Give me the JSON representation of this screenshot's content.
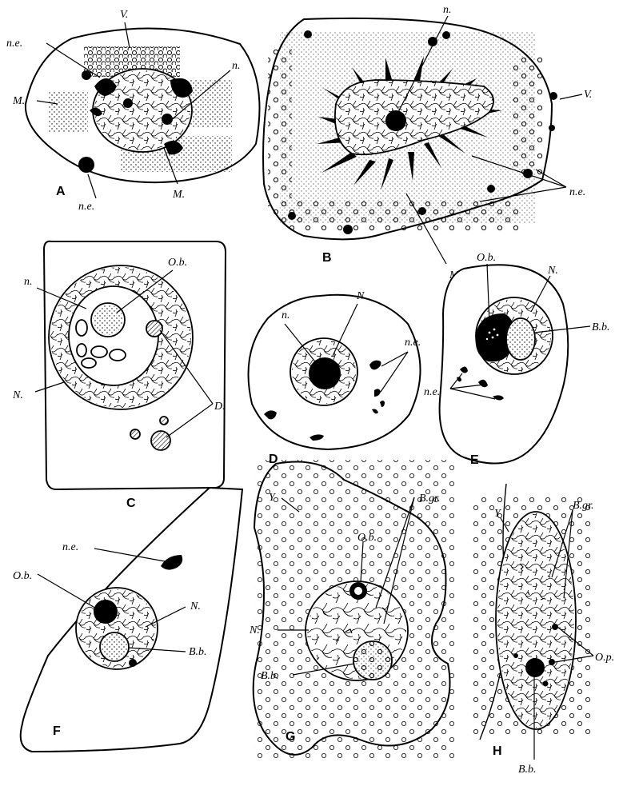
{
  "panels": {
    "A": {
      "letter": "A",
      "ne": "n.e.",
      "v": "V.",
      "n": "n.",
      "m1": "M.",
      "m2": "M.",
      "ne2": "n.e."
    },
    "B": {
      "letter": "B",
      "n": "n.",
      "v": "V.",
      "ne": "n.e.",
      "m": "M."
    },
    "C": {
      "letter": "C",
      "n": "n.",
      "ob": "O.b.",
      "N": "N.",
      "d": "D."
    },
    "D": {
      "letter": "D",
      "n": "n.",
      "N": "N.",
      "ne": "n.e."
    },
    "E": {
      "letter": "E",
      "ob": "O.b.",
      "N": "N.",
      "bb": "B.b.",
      "ne": "n.e."
    },
    "F": {
      "letter": "F",
      "ne": "n.e.",
      "ob": "O.b.",
      "N": "N.",
      "bb": "B.b."
    },
    "G": {
      "letter": "G",
      "y": "Y",
      "ob": "O.b.",
      "bgr": "B.gr.",
      "N": "N.",
      "bb": "B.b."
    },
    "H": {
      "letter": "H",
      "y": "Y",
      "bgr": "B.gr.",
      "op": "O.p.",
      "bb": "B.b."
    }
  }
}
